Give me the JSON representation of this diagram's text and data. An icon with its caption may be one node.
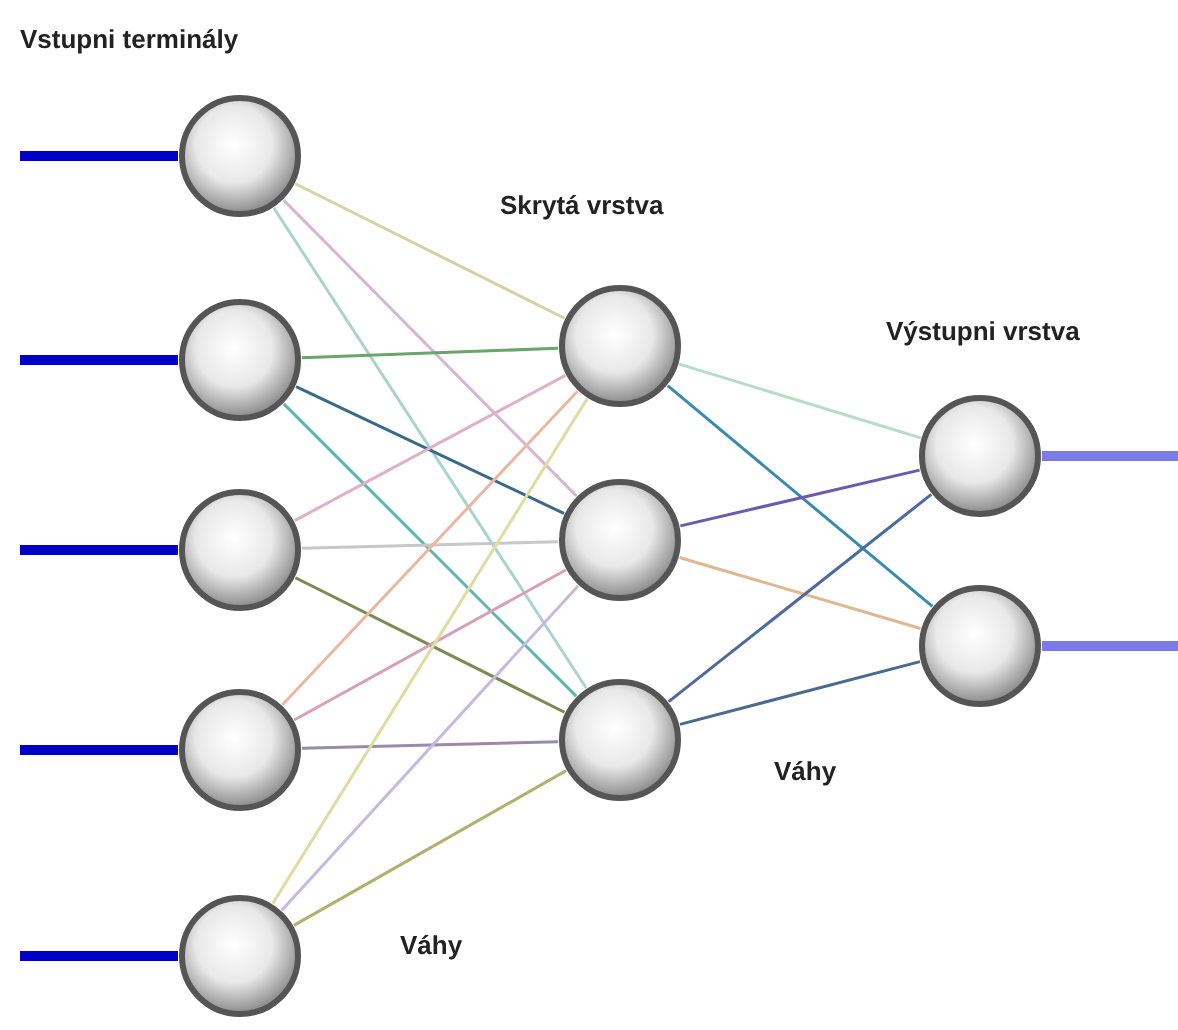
{
  "diagram": {
    "nodes": [
      {
        "text": [],
        "shape": "circle"
      },
      {
        "text": [],
        "shape": "circle"
      },
      {
        "text": [],
        "shape": "circle"
      },
      {
        "text": [],
        "shape": "circle"
      },
      {
        "text": [],
        "shape": "circle"
      },
      {
        "text": [],
        "shape": "circle"
      },
      {
        "text": [],
        "shape": "circle"
      },
      {
        "text": [],
        "shape": "circle"
      },
      {
        "text": [],
        "shape": "circle"
      },
      {
        "text": [],
        "shape": "circle"
      }
    ],
    "edges": [
      {
        "from": 0,
        "to": 5,
        "arrow": "none",
        "color": "#d9d2a6"
      },
      {
        "from": 0,
        "to": 6,
        "arrow": "none",
        "color": "#d8b4d8"
      },
      {
        "from": 0,
        "to": 7,
        "arrow": "none",
        "color": "#a9d4cc"
      },
      {
        "from": 1,
        "to": 5,
        "arrow": "none",
        "color": "#6aa56a"
      },
      {
        "from": 1,
        "to": 6,
        "arrow": "none",
        "color": "#3a6a8a"
      },
      {
        "from": 1,
        "to": 7,
        "arrow": "none",
        "color": "#5fb5b0"
      },
      {
        "from": 2,
        "to": 5,
        "arrow": "none",
        "color": "#e0b0c8"
      },
      {
        "from": 2,
        "to": 6,
        "arrow": "none",
        "color": "#c8c8c8"
      },
      {
        "from": 2,
        "to": 7,
        "arrow": "none",
        "color": "#7a8a50"
      },
      {
        "from": 3,
        "to": 5,
        "arrow": "none",
        "color": "#e8b8a0"
      },
      {
        "from": 3,
        "to": 6,
        "arrow": "none",
        "color": "#d8a0b8"
      },
      {
        "from": 3,
        "to": 7,
        "arrow": "none",
        "color": "#9a8aa8"
      },
      {
        "from": 4,
        "to": 5,
        "arrow": "none",
        "color": "#e0dca0"
      },
      {
        "from": 4,
        "to": 6,
        "arrow": "none",
        "color": "#c8b8e0"
      },
      {
        "from": 4,
        "to": 7,
        "arrow": "none",
        "color": "#b0b070"
      },
      {
        "from": 5,
        "to": 8,
        "arrow": "none",
        "color": "#b8dcc8"
      },
      {
        "from": 5,
        "to": 9,
        "arrow": "none",
        "color": "#3a8ab0"
      },
      {
        "from": 6,
        "to": 8,
        "arrow": "none",
        "color": "#6a5ab0"
      },
      {
        "from": 6,
        "to": 9,
        "arrow": "none",
        "color": "#e0b890"
      },
      {
        "from": 7,
        "to": 8,
        "arrow": "none",
        "color": "#4a6aa0"
      },
      {
        "from": 7,
        "to": 9,
        "arrow": "none",
        "color": "#4a6a90"
      },
      {
        "from": null,
        "to": 0,
        "arrow": "none",
        "style": "thick",
        "color": "#0000c8"
      },
      {
        "from": null,
        "to": 1,
        "arrow": "none",
        "style": "thick",
        "color": "#0000c8"
      },
      {
        "from": null,
        "to": 2,
        "arrow": "none",
        "style": "thick",
        "color": "#0000c8"
      },
      {
        "from": null,
        "to": 3,
        "arrow": "none",
        "style": "thick",
        "color": "#0000c8"
      },
      {
        "from": null,
        "to": 4,
        "arrow": "none",
        "style": "thick",
        "color": "#0000c8"
      },
      {
        "from": 8,
        "to": null,
        "arrow": "none",
        "style": "thick",
        "color": "#7b7be8"
      },
      {
        "from": 9,
        "to": null,
        "arrow": "none",
        "style": "thick",
        "color": "#7b7be8"
      }
    ],
    "labels": [
      "Vstupni terminály",
      "Skrytá vrstva",
      "Výstupni vrstva",
      "Váhy",
      "Váhy"
    ]
  }
}
